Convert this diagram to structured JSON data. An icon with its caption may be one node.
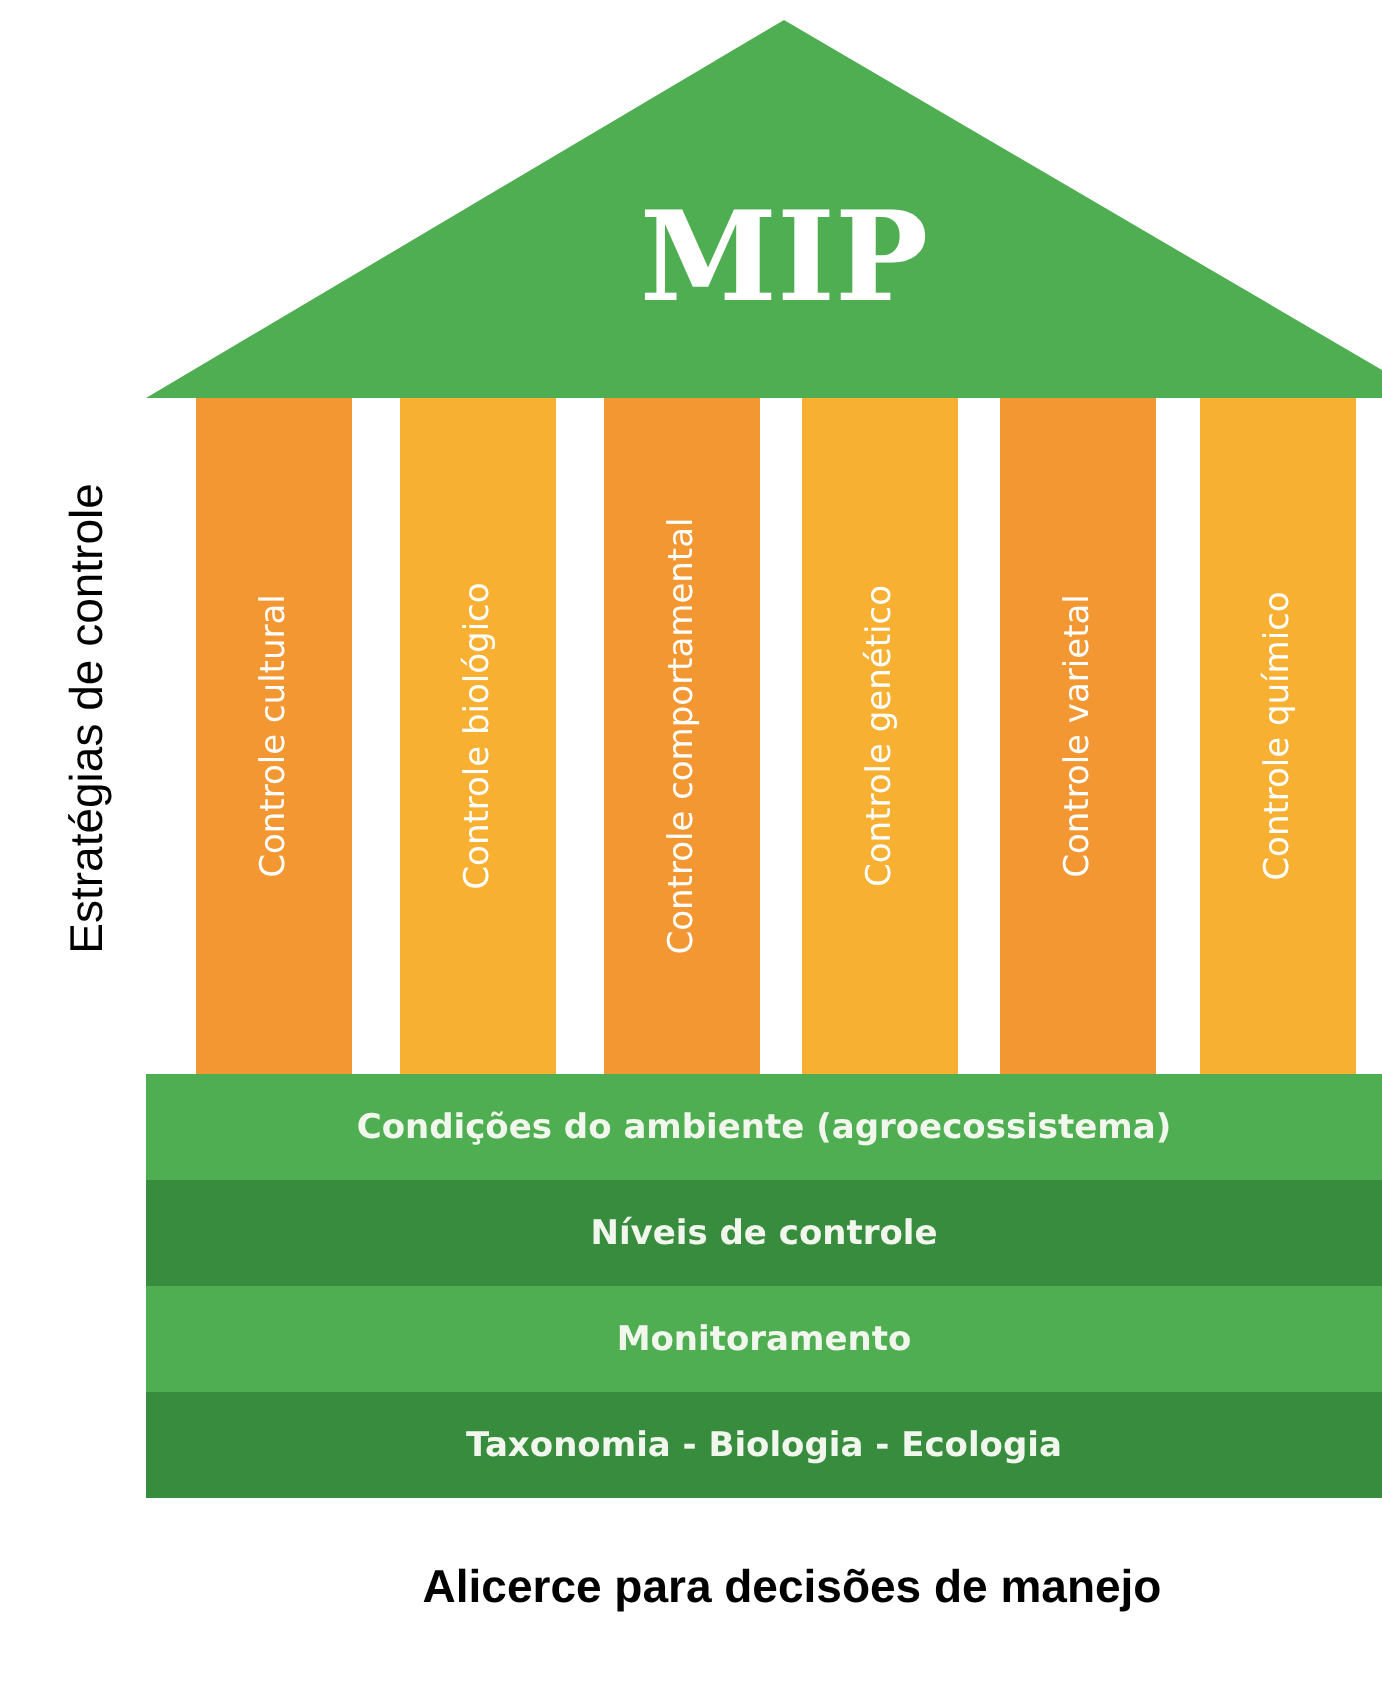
{
  "diagram": {
    "nodes": [
      {
        "text": [
          "MIP"
        ]
      },
      {
        "text": [
          "Controle cultural"
        ]
      },
      {
        "text": [
          "Controle biológico"
        ]
      },
      {
        "text": [
          "Controle comportamental"
        ]
      },
      {
        "text": [
          "Controle genético"
        ]
      },
      {
        "text": [
          "Controle varietal"
        ]
      },
      {
        "text": [
          "Controle químico"
        ]
      },
      {
        "text": [
          "Condições do ambiente (agroecossistema)"
        ]
      },
      {
        "text": [
          "Níveis de controle"
        ]
      },
      {
        "text": [
          "Monitoramento"
        ]
      },
      {
        "text": [
          "Taxonomia - Biologia - Ecologia"
        ]
      }
    ],
    "labels": [
      "Estratégias de controle",
      "Alicerce para decisões de manejo"
    ]
  }
}
